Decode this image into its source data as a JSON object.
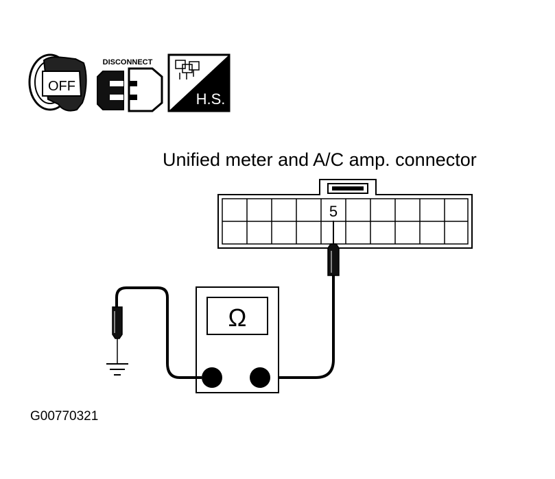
{
  "icons": {
    "ignition": {
      "label": "OFF",
      "icon": "ignition-key-off-icon"
    },
    "disconnect": {
      "label": "DISCONNECT",
      "icon": "disconnect-connector-icon"
    },
    "harness": {
      "label": "H.S.",
      "icon": "harness-side-icon"
    }
  },
  "connector": {
    "title": "Unified meter and A/C amp. connector",
    "terminal": "5"
  },
  "meter": {
    "symbol": "Ω",
    "icon": "ohmmeter-icon"
  },
  "ground": {
    "icon": "ground-icon"
  },
  "figure_id": "G00770321"
}
